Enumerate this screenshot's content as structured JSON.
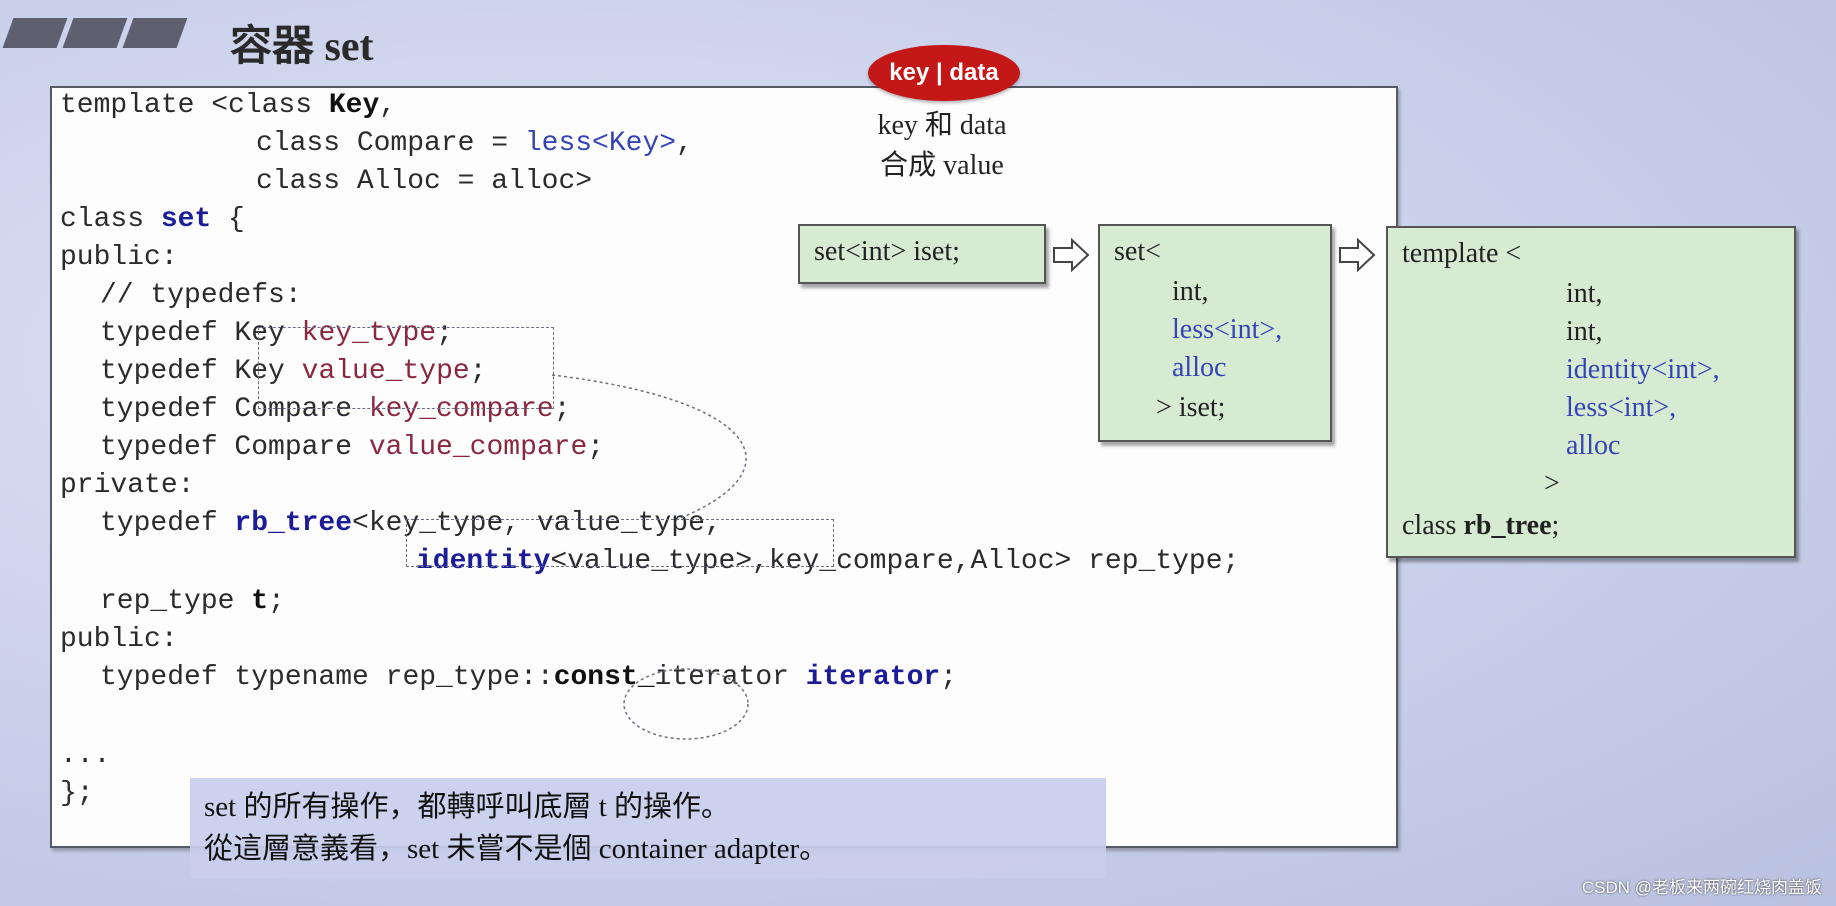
{
  "title": "容器 set",
  "badge": "key | data",
  "note": [
    "key 和 data",
    "合成 value"
  ],
  "code": {
    "l1_a": "template <class ",
    "l1_b": "Key",
    "l1_c": ",",
    "l2_a": "class Compare = ",
    "l2_b": "less<Key>",
    "l2_c": ",",
    "l3": "class Alloc = alloc>",
    "l4_a": "class ",
    "l4_b": "set",
    "l4_c": " {",
    "l5": "public:",
    "l6": "// typedefs:",
    "l7_a": "typedef Key ",
    "l7_b": "key_type",
    "l7_c": ";",
    "l8_a": "typedef Key ",
    "l8_b": "value_type",
    "l8_c": ";",
    "l9_a": "typedef Compare ",
    "l9_b": "key_compare",
    "l9_c": ";",
    "l10_a": "typedef Compare ",
    "l10_b": "value_compare",
    "l10_c": ";",
    "l11": "private:",
    "l12_a": "typedef ",
    "l12_b": "rb_tree",
    "l12_c": "<key_type, value_type,",
    "l13_a": "identity",
    "l13_b": "<value_type>,key_compare,Alloc> rep_type;",
    "l14_a": "rep_type ",
    "l14_b": "t",
    "l14_c": ";",
    "l15": "public:",
    "l16_a": "typedef typename rep_type::",
    "l16_b": "const_",
    "l16_c": "iterator ",
    "l16_d": "iterator",
    "l16_e": ";",
    "l17": "...",
    "l18": "};"
  },
  "box1": {
    "text": "set<int> iset;"
  },
  "box2": {
    "l1": "set<",
    "l2": "int,",
    "l3": "less<int>,",
    "l4": "alloc",
    "l5": "> iset;"
  },
  "box3": {
    "l1": "template <",
    "l2": "int,",
    "l3": "int,",
    "l4": "identity<int>,",
    "l5": "less<int>,",
    "l6": "alloc",
    "l7": ">",
    "l8a": "class ",
    "l8b": "rb_tree",
    "l8c": ";"
  },
  "bottom_note": [
    "set 的所有操作，都轉呼叫底層 t 的操作。",
    "從這層意義看，set 未嘗不是個 container adapter。"
  ],
  "watermark": "CSDN @老板来两碗红烧肉盖饭",
  "colors": {
    "badge": "#c41818",
    "green_box": "#d7ebd3",
    "keyword": "#1c1c99",
    "type_name": "#8a2840"
  }
}
